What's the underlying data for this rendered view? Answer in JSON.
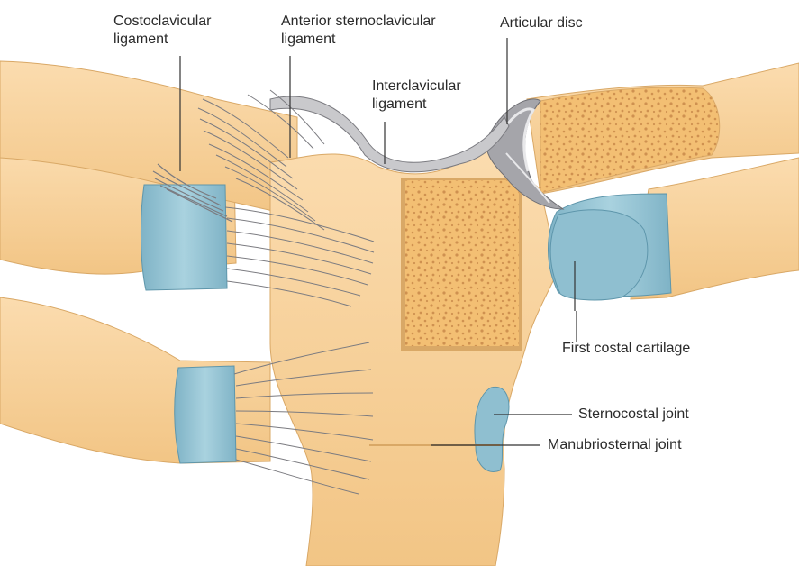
{
  "labels": {
    "costoclavicular": {
      "line1": "Costoclavicular",
      "line2": "ligament"
    },
    "anterior_sternoclavicular": {
      "line1": "Anterior sternoclavicular",
      "line2": "ligament"
    },
    "interclavicular": {
      "line1": "Interclavicular",
      "line2": "ligament"
    },
    "articular_disc": "Articular disc",
    "first_costal_cartilage": "First costal cartilage",
    "sternocostal_joint": "Sternocostal joint",
    "manubriosternal_joint": "Manubriosternal joint"
  },
  "colors": {
    "bone": "#f6cf97",
    "bone_edge": "#d9a866",
    "cancellous": "#f3bf73",
    "cancellous_dots": "#cf9150",
    "cartilage": "#8fbfd0",
    "cartilage_edge": "#5e96ab",
    "ligament": "#c9c9cc",
    "ligament_fiber": "#7b7b80",
    "disc": "#a5a5aa",
    "leader": "#333333"
  }
}
